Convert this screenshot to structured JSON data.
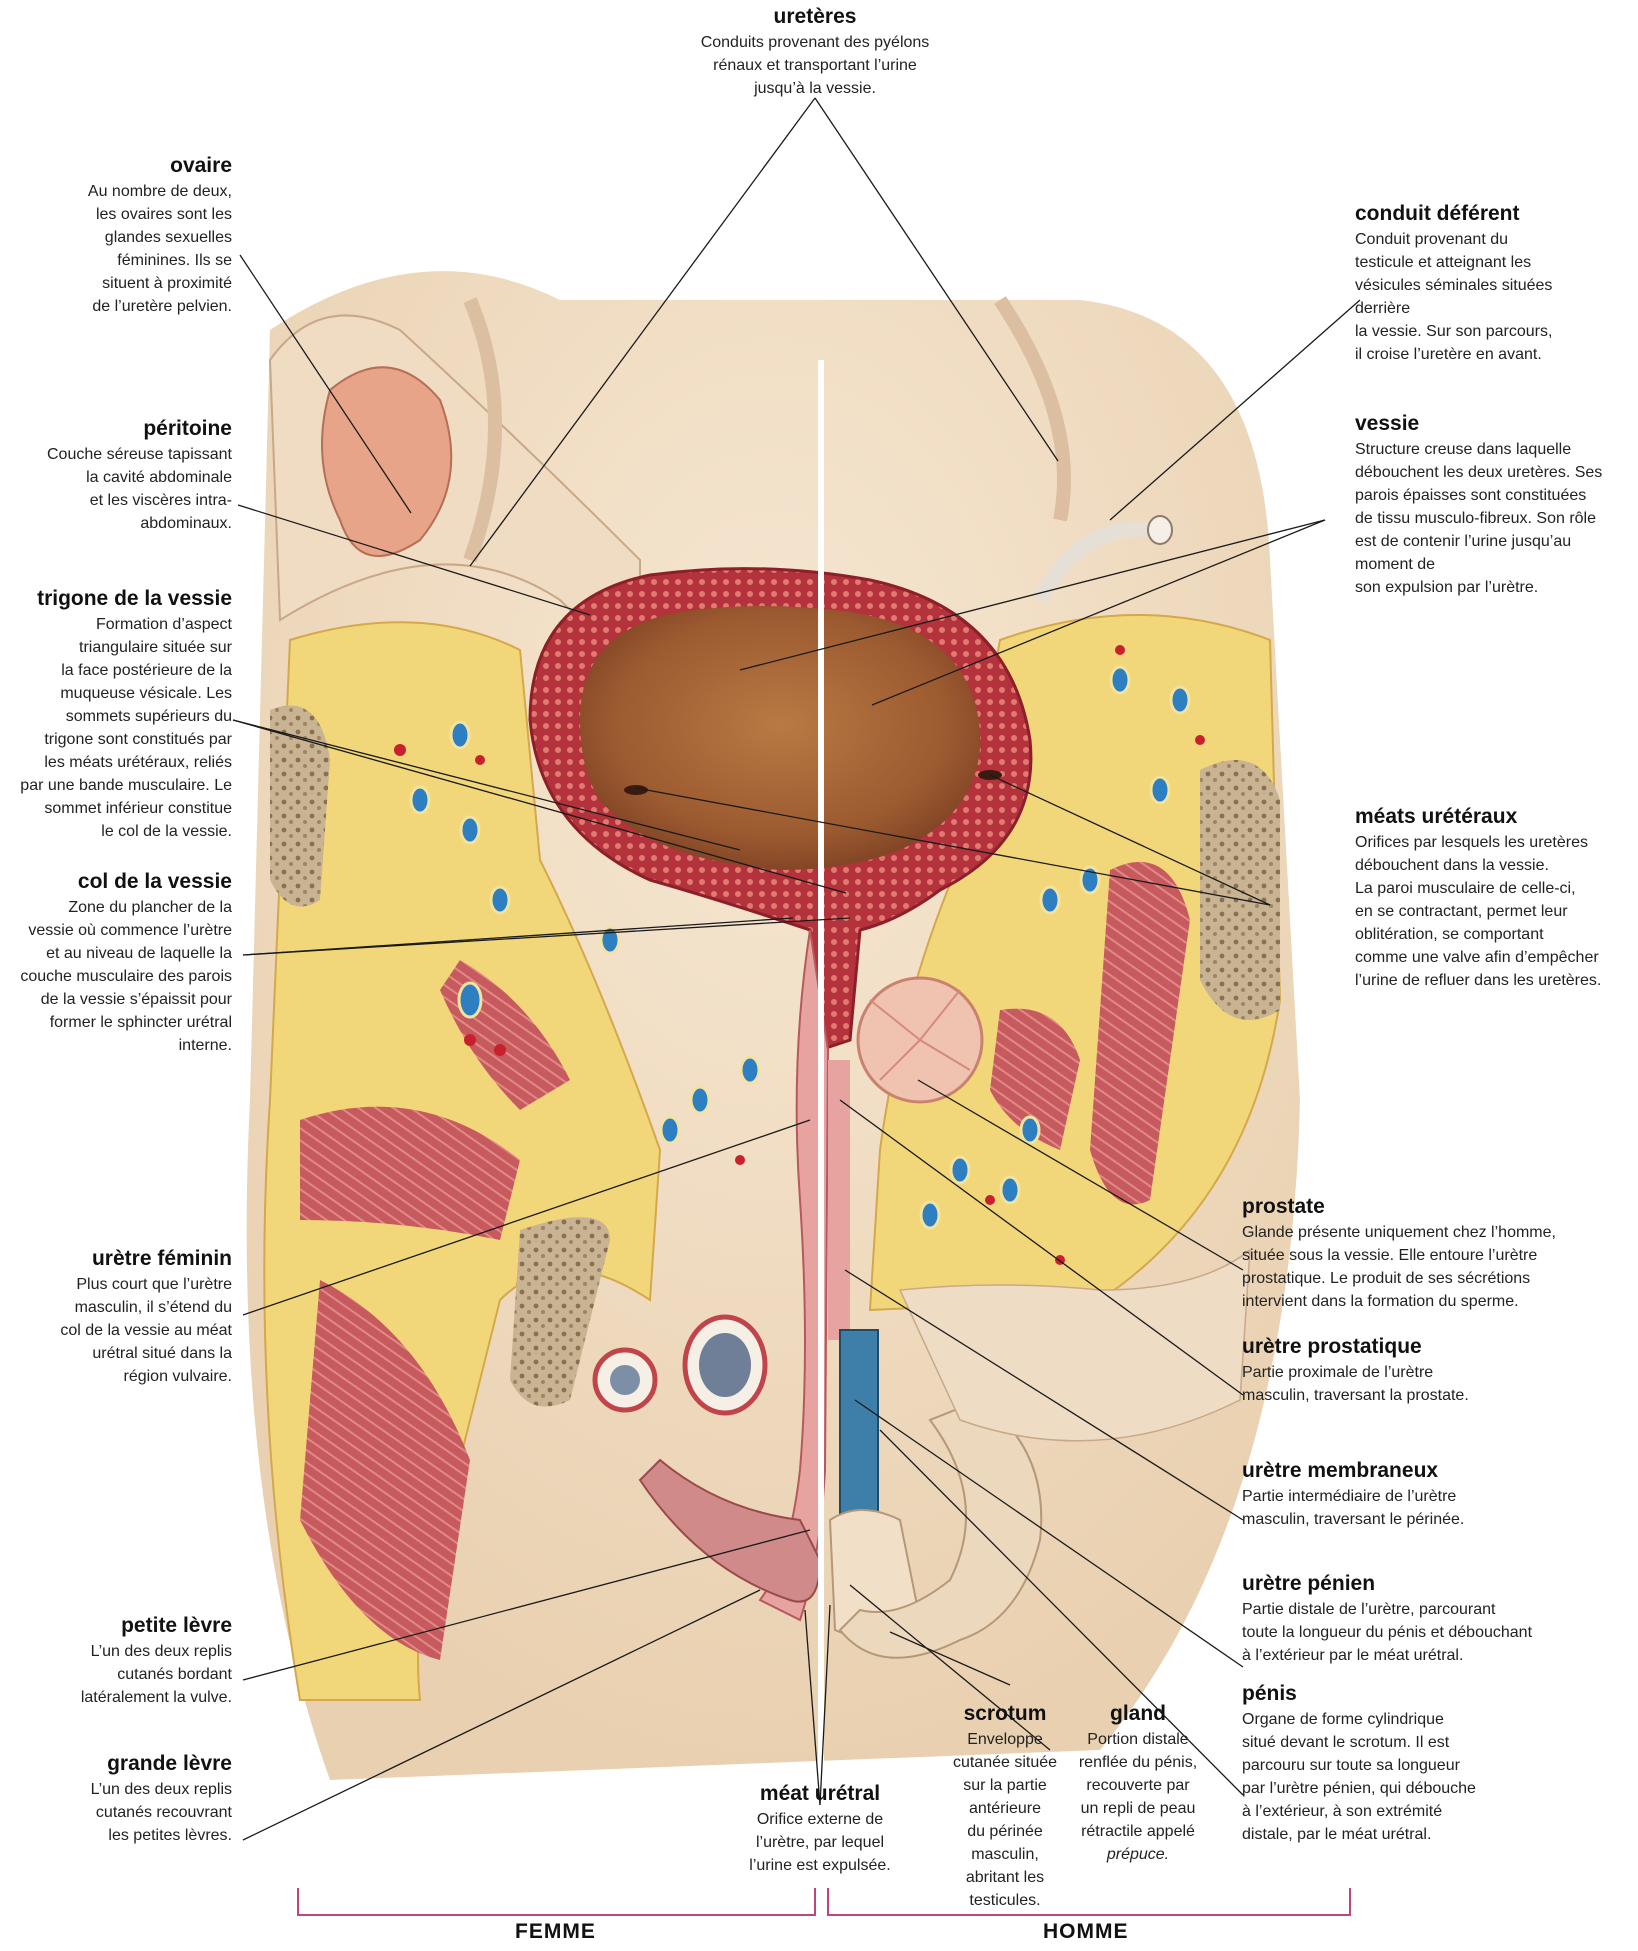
{
  "labels": {
    "ureteres": {
      "title": "uretères",
      "desc": "Conduits provenant des pyélons\nrénaux et transportant l’urine\njusqu’à la vessie."
    },
    "ovaire": {
      "title": "ovaire",
      "desc": "Au nombre de deux,\nles ovaires sont les\nglandes sexuelles\nféminines. Ils se\nsituent à proximité\nde l’uretère pelvien."
    },
    "peritoine": {
      "title": "péritoine",
      "desc": "Couche séreuse tapissant\nla cavité abdominale\net les viscères intra-\nabdominaux."
    },
    "trigone": {
      "title": "trigone de la vessie",
      "desc": "Formation d’aspect\ntriangulaire située sur\nla face postérieure de la\nmuqueuse vésicale. Les\nsommets supérieurs du\ntrigone sont constitués par\nles méats urétéraux, reliés\npar une bande musculaire. Le\nsommet inférieur constitue\nle col de la vessie."
    },
    "col_vessie": {
      "title": "col de la vessie",
      "desc": "Zone du plancher de la\nvessie où commence l’urètre\net au niveau de laquelle la\ncouche musculaire des parois\nde la vessie s’épaissit pour\nformer le sphincter urétral\ninterne."
    },
    "uretre_feminin": {
      "title": "urètre féminin",
      "desc": "Plus court que l’urètre\nmasculin, il s’étend du\ncol de la vessie au méat\nurétral situé dans la\nrégion vulvaire."
    },
    "petite_levre": {
      "title": "petite lèvre",
      "desc": "L’un des deux replis\ncutanés bordant\nlatéralement la vulve."
    },
    "grande_levre": {
      "title": "grande lèvre",
      "desc": "L’un des deux replis\ncutanés recouvrant\nles petites lèvres."
    },
    "meat_uretral": {
      "title": "méat urétral",
      "desc": "Orifice externe de\nl’urètre, par lequel\nl’urine est expulsée."
    },
    "scrotum": {
      "title": "scrotum",
      "desc": "Enveloppe\ncutanée située\nsur la partie\nantérieure\ndu périnée\nmasculin,\nabritant les\ntesticules."
    },
    "gland": {
      "title": "gland",
      "desc": "Portion distale\nrenflée du pénis,\nrecouverte par\nun repli de peau\nrétractile appelé",
      "desc_italic": "prépuce."
    },
    "conduit_deferent": {
      "title": "conduit déférent",
      "desc": "Conduit provenant du\ntesticule et atteignant les\nvésicules séminales situées\nderrière\nla vessie. Sur son parcours,\nil croise l’uretère en avant."
    },
    "vessie": {
      "title": "vessie",
      "desc": "Structure creuse dans laquelle\ndébouchent les deux uretères. Ses\nparois épaisses sont constituées\nde tissu musculo-fibreux. Son rôle\nest de contenir l’urine jusqu’au\nmoment de\nson expulsion par l’urètre."
    },
    "meats_ureteraux": {
      "title": "méats urétéraux",
      "desc": "Orifices par lesquels les uretères\ndébouchent dans la vessie.\nLa paroi musculaire de celle-ci,\nen se contractant, permet leur\noblitération, se comportant\ncomme une valve afin d’empêcher\nl’urine de refluer dans les uretères."
    },
    "prostate": {
      "title": "prostate",
      "desc": "Glande présente uniquement chez l’homme,\nsituée sous la vessie. Elle entoure l’urètre\nprostatique. Le produit de ses sécrétions\nintervient dans la formation du sperme."
    },
    "uretre_prostatique": {
      "title": "urètre prostatique",
      "desc": "Partie proximale de l’urètre\nmasculin, traversant la prostate."
    },
    "uretre_membraneux": {
      "title": "urètre membraneux",
      "desc": "Partie intermédiaire de l’urètre\nmasculin, traversant le périnée."
    },
    "uretre_penien": {
      "title": "urètre pénien",
      "desc": "Partie distale de l’urètre, parcourant\ntoute la longueur du pénis et débouchant\nà l’extérieur par le méat urétral."
    },
    "penis": {
      "title": "pénis",
      "desc": "Organe de forme cylindrique\nsitué devant le scrotum. Il est\nparcouru sur toute sa longueur\npar l’urètre pénien, qui débouche\nà l’extérieur, à son extrémité\ndistale, par le méat urétral."
    }
  },
  "groups": {
    "femme": "FEMME",
    "homme": "HOMME"
  },
  "colors": {
    "bracket": "#c2447e",
    "fat": "#f2d77a",
    "muscle": "#c9505a",
    "wall": "#b8323c",
    "lumen": "#a86a3c",
    "bone": "#bfa98a",
    "vein": "#2e7fc1",
    "skin": "#f1dfc7"
  }
}
